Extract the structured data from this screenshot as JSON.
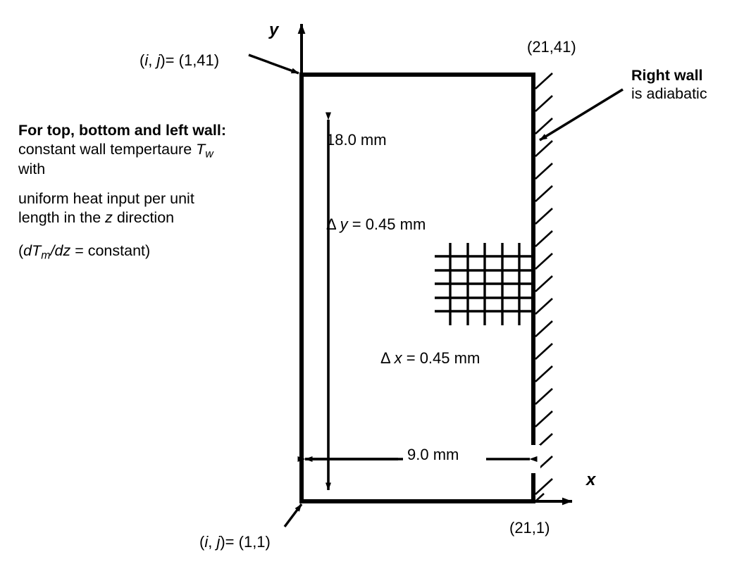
{
  "figure": {
    "title": "Rectangular duct cross-section finite-difference grid",
    "notes": {
      "wall_note_bold": "For top, bottom and left wall:",
      "wall_note_rest_a": " constant wall tempertaure ",
      "wall_note_symbol": "T",
      "wall_note_symbol_sub": "w",
      "wall_note_rest_b": " with",
      "wall_note_line2": "uniform heat input per unit length in the ",
      "wall_note_axis": "z",
      "wall_note_line2b": " direction",
      "equation_open": "(",
      "equation_d1": "dT",
      "equation_sub": "m",
      "equation_d2": "/dz",
      "equation_rest": " = constant)"
    },
    "right_wall": {
      "bold_label": "Right wall",
      "sub_label": "is adiabatic"
    },
    "corner_labels": {
      "top_left_prefix": "(i, j)= (1,41)",
      "top_left_i": "i",
      "top_left_j": "j",
      "top_left_value": ")= (1,41)",
      "bottom_left_value": ")= (1,1)",
      "top_right": "(21,41)",
      "bottom_right": "(21,1)"
    },
    "dimensions": {
      "height": "18.0 mm",
      "width": "9.0 mm",
      "grid_dy_symbol": "y",
      "grid_dy": "= 0.45 mm",
      "grid_dx_symbol": "x",
      "grid_dx": "= 0.45 mm",
      "delta": "Δ"
    },
    "axes": {
      "x_label": "x",
      "y_label": "y"
    },
    "colors": {
      "stroke": "#000000",
      "background": "#ffffff",
      "hatch": "#000000"
    },
    "grid_mesh": {
      "vertical_lines": 5,
      "horizontal_lines": 5
    }
  },
  "chart_data": {
    "type": "diagram",
    "title": "Rectangular duct cross-section with finite-difference mesh",
    "domain_width_mm": 9.0,
    "domain_height_mm": 18.0,
    "grid_spacing_dx_mm": 0.45,
    "grid_spacing_dy_mm": 0.45,
    "node_index_range_i": [
      1,
      21
    ],
    "node_index_range_j": [
      1,
      41
    ],
    "corners": [
      {
        "label": "(i, j)= (1,41)",
        "i": 1,
        "j": 41,
        "position": "top-left"
      },
      {
        "label": "(21,41)",
        "i": 21,
        "j": 41,
        "position": "top-right"
      },
      {
        "label": "(i, j)= (1,1)",
        "i": 1,
        "j": 1,
        "position": "bottom-left"
      },
      {
        "label": "(21,1)",
        "i": 21,
        "j": 1,
        "position": "bottom-right"
      }
    ],
    "boundary_conditions": [
      {
        "walls": [
          "top",
          "bottom",
          "left"
        ],
        "type": "constant wall temperature Tw with uniform heat input per unit length in the z direction (dTm/dz = constant)"
      },
      {
        "walls": [
          "right"
        ],
        "type": "adiabatic"
      }
    ],
    "axes": {
      "x": "x",
      "y": "y"
    }
  }
}
